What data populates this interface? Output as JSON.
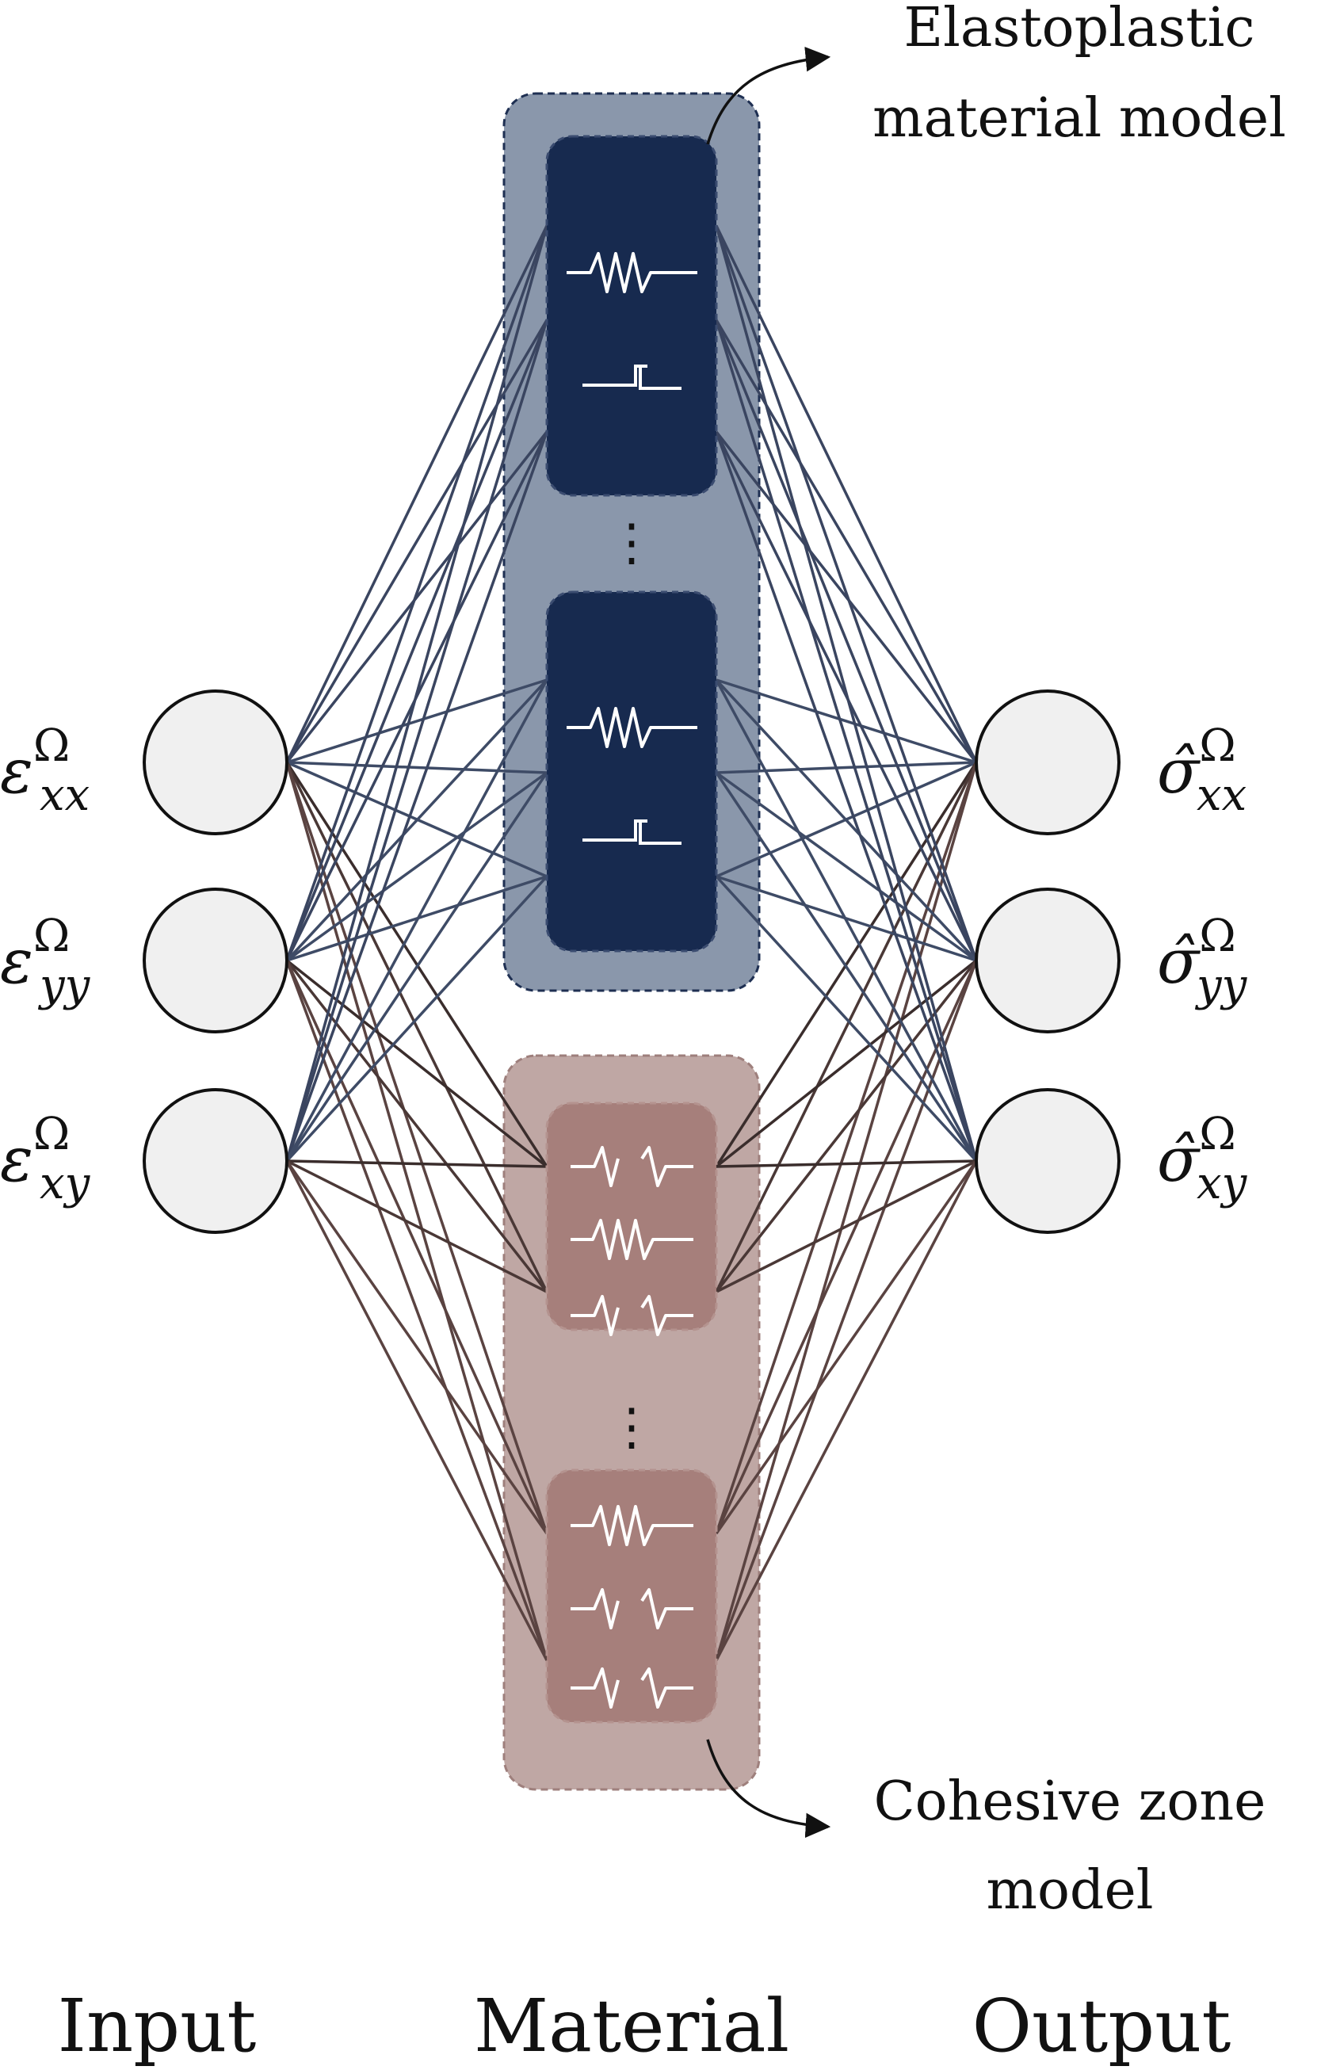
{
  "inputs": [
    {
      "symbol": "ε",
      "sub": "xx",
      "sup": "Ω"
    },
    {
      "symbol": "ε",
      "sub": "yy",
      "sup": "Ω"
    },
    {
      "symbol": "ε",
      "sub": "xy",
      "sup": "Ω"
    }
  ],
  "outputs": [
    {
      "symbol": "σ̂",
      "sub": "xx",
      "sup": "Ω"
    },
    {
      "symbol": "σ̂",
      "sub": "yy",
      "sup": "Ω"
    },
    {
      "symbol": "σ̂",
      "sub": "xy",
      "sup": "Ω"
    }
  ],
  "elastoplastic": {
    "label_line1": "Elastoplastic",
    "label_line2": "material model",
    "color_outer": "#8a97ab",
    "color_inner": "#172a4f",
    "color_border": "#1e2f52"
  },
  "cohesive": {
    "label_line1": "Cohesive zone",
    "label_line2": "model",
    "color_outer": "#bfa7a4",
    "color_inner": "#a67f7b",
    "color_border": "#9e7f7c"
  },
  "ellipsis": "⋮",
  "columns": {
    "input": "Input",
    "material": "Material",
    "output": "Output"
  },
  "icons": {
    "elastoplastic_unit": [
      "spring-icon",
      "slider-icon"
    ],
    "cohesive_unit_a": [
      "broken-spring-icon",
      "spring-icon",
      "broken-spring-icon"
    ],
    "cohesive_unit_b": [
      "spring-icon",
      "broken-spring-icon",
      "broken-spring-icon"
    ]
  }
}
